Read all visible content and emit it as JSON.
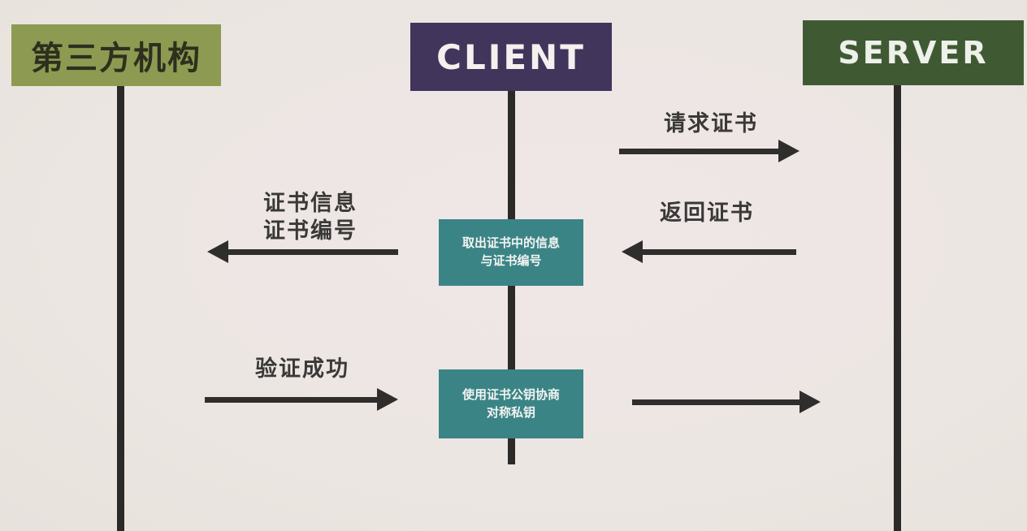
{
  "diagram": {
    "type": "sequence-diagram",
    "topic": "certificate verification flow"
  },
  "actors": {
    "ca": {
      "label": "第三方机构"
    },
    "client": {
      "label": "CLIENT"
    },
    "server": {
      "label": "SERVER"
    }
  },
  "messages": {
    "request_cert": {
      "label": "请求证书",
      "from": "client",
      "to": "server"
    },
    "return_cert": {
      "label": "返回证书",
      "from": "server",
      "to": "client"
    },
    "cert_info": {
      "label_line1": "证书信息",
      "label_line2": "证书编号",
      "from": "client",
      "to": "ca"
    },
    "verify_success": {
      "label": "验证成功",
      "from": "ca",
      "to": "client"
    },
    "negotiate_send": {
      "label": "",
      "from": "client",
      "to": "server"
    }
  },
  "processes": {
    "extract": {
      "label_line1": "取出证书中的信息",
      "label_line2": "与证书编号"
    },
    "negotiate": {
      "label_line1": "使用证书公钥协商",
      "label_line2": "对称私钥"
    }
  },
  "colors": {
    "background": "#ece6e2",
    "ca_box": "#8d9b52",
    "client_box": "#41355c",
    "server_box": "#3f5a33",
    "process_box": "#3b8486",
    "line": "#2f2e2c"
  }
}
